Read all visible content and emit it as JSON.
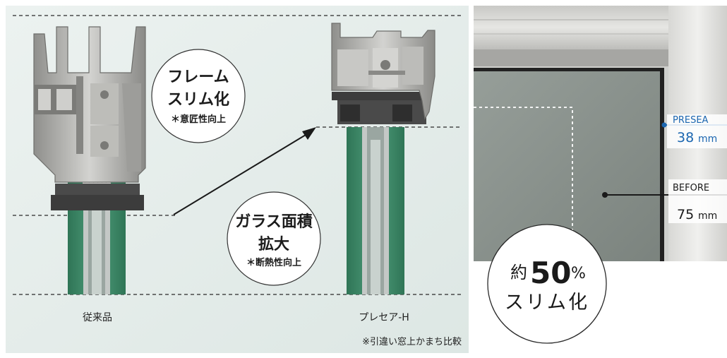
{
  "comparison": {
    "bubble_frame": {
      "line1": "フレーム",
      "line2": "スリム化",
      "note": "＊意匠性向上"
    },
    "bubble_glass": {
      "line1": "ガラス面積",
      "line2": "拡大",
      "note": "＊断熱性向上"
    },
    "label_conventional": "従来品",
    "label_product": "プレセア-H",
    "footnote": "※引違い窓上かまち比較"
  },
  "photo": {
    "presea_label": "PRESEA",
    "presea_value": "38",
    "before_label": "BEFORE",
    "before_value": "75",
    "unit": "mm",
    "badge_prefix": "約",
    "badge_number": "50",
    "badge_percent": "%",
    "badge_caption": "スリム化"
  },
  "colors": {
    "panel_bg": "#e6eeec",
    "glass_green": "#3f8a6c",
    "aluminum": "#a7a7a4",
    "photo_glass": "#8c948f",
    "presea_blue": "#1b66b0"
  }
}
